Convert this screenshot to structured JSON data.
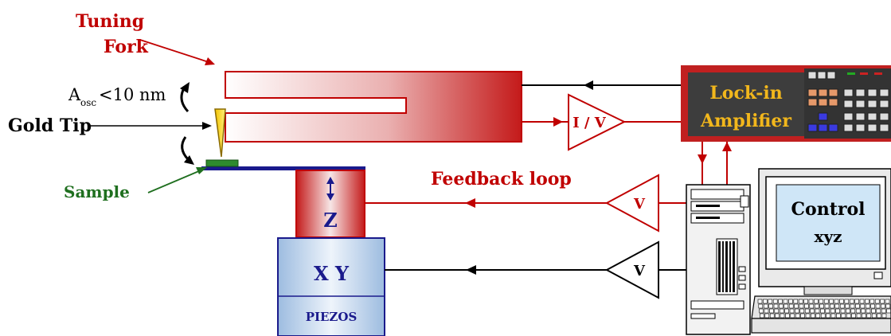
{
  "labels": {
    "tuning_fork_line1": "Tuning",
    "tuning_fork_line2": "Fork",
    "amplitude_prefix": "A",
    "amplitude_sub": "osc",
    "amplitude_value": "<10 nm",
    "gold_tip": "Gold Tip",
    "sample": "Sample",
    "feedback_loop": "Feedback loop",
    "iv_amp": "I / V",
    "v_amp_feedback": "V",
    "v_amp_xy": "V",
    "lockin_line1": "Lock-in",
    "lockin_line2": "Amplifier",
    "z_piezo": "Z",
    "xy_piezo": "X Y",
    "piezos": "PIEZOS",
    "control_line1": "Control",
    "control_line2": "xyz"
  },
  "colors": {
    "red": "#c00000",
    "green": "#1f6f1f",
    "navy": "#1a1a8c",
    "lockin_text": "#f2b71c",
    "lockin_body": "#c02020",
    "lockin_panel": "#3a3a3a"
  }
}
